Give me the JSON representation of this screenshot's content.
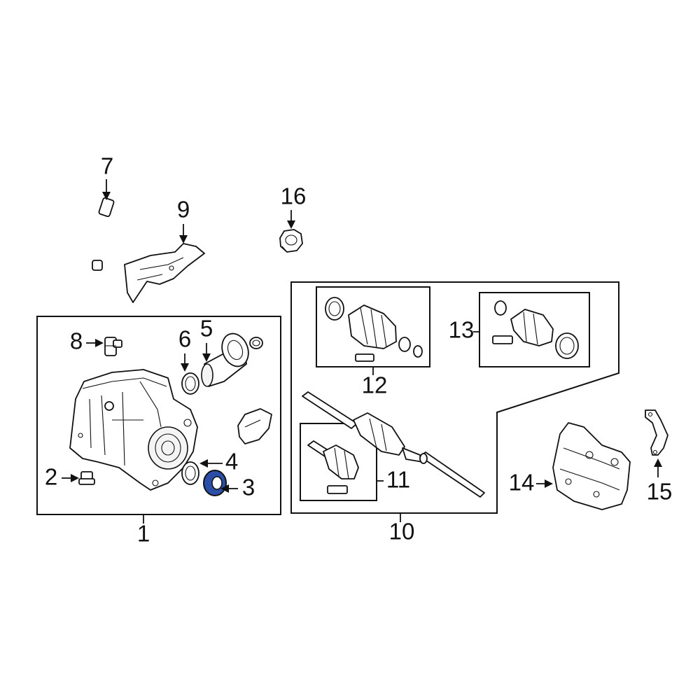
{
  "callouts": {
    "c1": "1",
    "c2": "2",
    "c3": "3",
    "c4": "4",
    "c5": "5",
    "c6": "6",
    "c7": "7",
    "c8": "8",
    "c9": "9",
    "c10": "10",
    "c11": "11",
    "c12": "12",
    "c13": "13",
    "c14": "14",
    "c15": "15",
    "c16": "16"
  },
  "highlight": {
    "part": "3",
    "color": "#2b4fa8"
  }
}
